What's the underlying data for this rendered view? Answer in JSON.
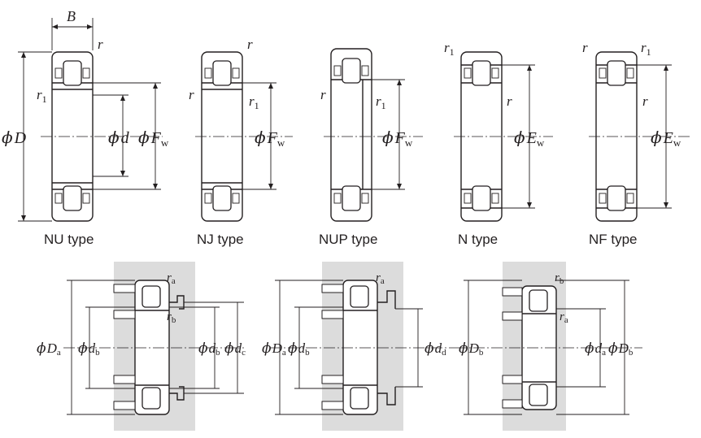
{
  "type_captions": {
    "nu": "NU type",
    "nj": "NJ type",
    "nup": "NUP type",
    "n": "N type",
    "nf": "NF type"
  },
  "symbols": {
    "phi": "ϕ",
    "B": "B",
    "r": "r",
    "r1_base": "r",
    "r1_sub": "1",
    "D": "D",
    "d": "d",
    "F": "F",
    "E": "E",
    "w": "w",
    "ra_base": "r",
    "ra_sub": "a",
    "rb_base": "r",
    "rb_sub": "b",
    "Da_base": "D",
    "Da_sub": "a",
    "Db_base": "D",
    "Db_sub": "b",
    "db_base": "d",
    "db_sub": "b",
    "dc_base": "d",
    "dc_sub": "c",
    "dd_base": "d",
    "dd_sub": "d",
    "da_base": "d",
    "da_sub": "a"
  }
}
